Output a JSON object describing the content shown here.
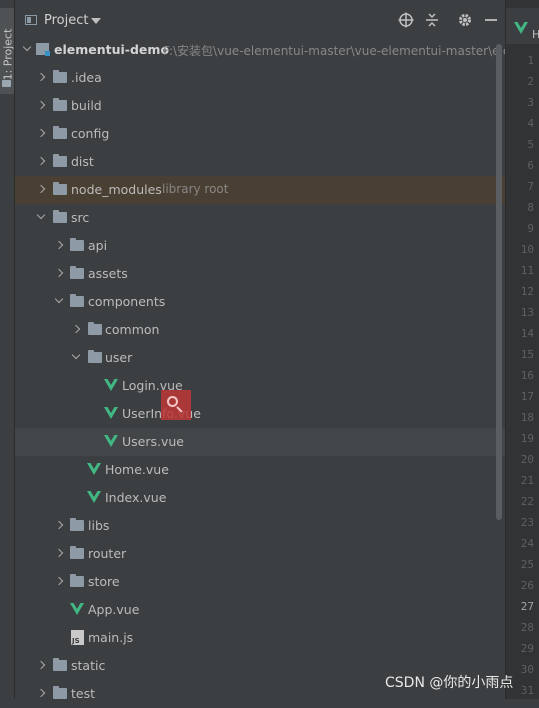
{
  "side_strip": {
    "label": "1: Project"
  },
  "header": {
    "title": "Project"
  },
  "project_root": {
    "name": "elementui-demo",
    "path": "F:\\安装包\\vue-elementui-master\\vue-elementui-master\\elem"
  },
  "tree": [
    {
      "label": "elementui-demo",
      "hint": "F:\\安装包\\vue-elementui-master\\vue-elementui-master\\elem",
      "kind": "project",
      "expanded": true
    },
    {
      "label": ".idea",
      "kind": "folder",
      "expanded": false
    },
    {
      "label": "build",
      "kind": "folder",
      "expanded": false
    },
    {
      "label": "config",
      "kind": "folder",
      "expanded": false
    },
    {
      "label": "dist",
      "kind": "folder",
      "expanded": false
    },
    {
      "label": "node_modules",
      "hint": "library root",
      "kind": "folder",
      "expanded": false
    },
    {
      "label": "src",
      "kind": "folder",
      "expanded": true
    },
    {
      "label": "api",
      "kind": "folder",
      "expanded": false
    },
    {
      "label": "assets",
      "kind": "folder",
      "expanded": false
    },
    {
      "label": "components",
      "kind": "folder",
      "expanded": true
    },
    {
      "label": "common",
      "kind": "folder",
      "expanded": false
    },
    {
      "label": "user",
      "kind": "folder",
      "expanded": true
    },
    {
      "label": "Login.vue",
      "kind": "vue"
    },
    {
      "label": "UserInfo.vue",
      "kind": "vue"
    },
    {
      "label": "Users.vue",
      "kind": "vue",
      "selected": true
    },
    {
      "label": "Home.vue",
      "kind": "vue"
    },
    {
      "label": "Index.vue",
      "kind": "vue"
    },
    {
      "label": "libs",
      "kind": "folder",
      "expanded": false
    },
    {
      "label": "router",
      "kind": "folder",
      "expanded": false
    },
    {
      "label": "store",
      "kind": "folder",
      "expanded": false
    },
    {
      "label": "App.vue",
      "kind": "vue"
    },
    {
      "label": "main.js",
      "kind": "js"
    },
    {
      "label": "static",
      "kind": "folder",
      "expanded": false
    },
    {
      "label": "test",
      "kind": "folder",
      "expanded": false
    }
  ],
  "editor": {
    "tab_label": "H",
    "line_numbers": [
      "1",
      "2",
      "3",
      "4",
      "5",
      "6",
      "7",
      "8",
      "9",
      "10",
      "11",
      "12",
      "13",
      "14",
      "15",
      "16",
      "17",
      "18",
      "19",
      "20",
      "21",
      "22",
      "23",
      "24",
      "25",
      "26",
      "27",
      "28",
      "29",
      "30",
      "31"
    ],
    "current_line": "27"
  },
  "watermark": "CSDN @你的小雨点",
  "colors": {
    "vue_green": "#41b883",
    "folder": "#8e9ba6",
    "library_highlight": "#4a3f33",
    "selection": "#434648"
  },
  "icons": {
    "locate": "crosshair-icon",
    "collapse": "collapse-all-icon",
    "settings": "gear-icon",
    "hide": "minimize-icon"
  }
}
